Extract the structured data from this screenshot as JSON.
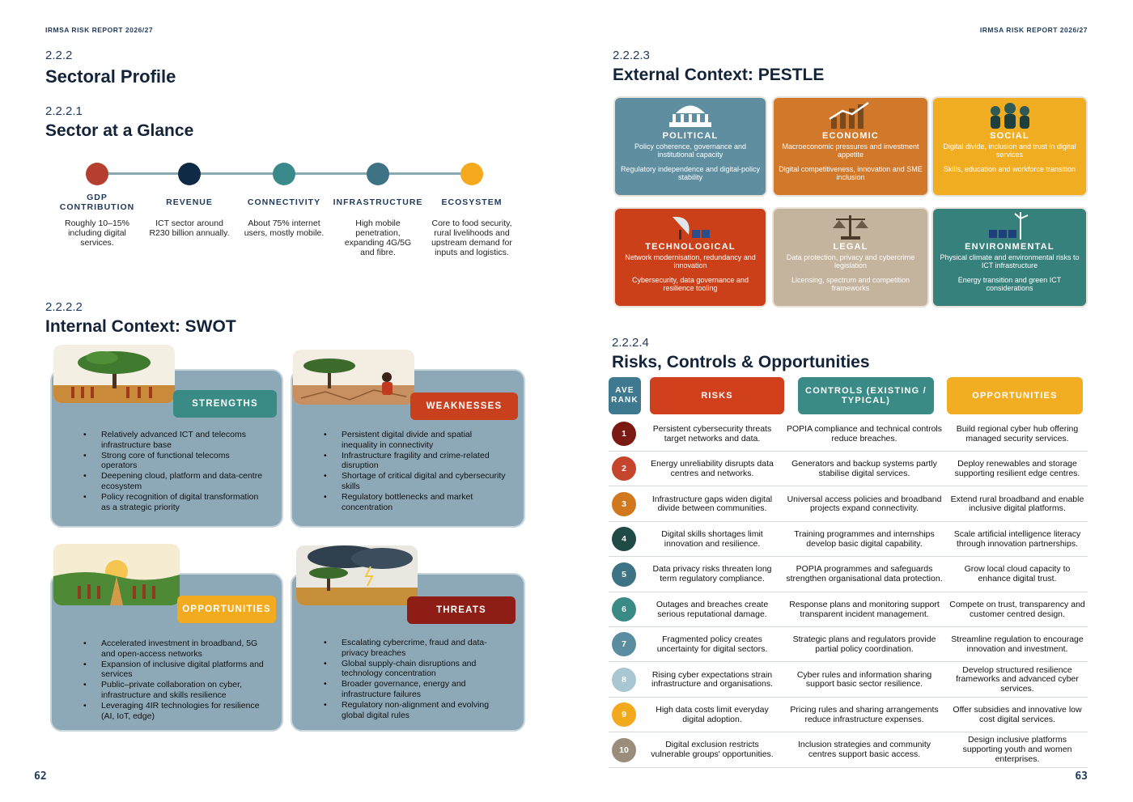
{
  "header": {
    "left": "IRMSA RISK REPORT 2026/27",
    "right": "IRMSA RISK REPORT 2026/27"
  },
  "left_page": {
    "sectoral": {
      "num": "2.2.2",
      "title": "Sectoral Profile"
    },
    "glance": {
      "num": "2.2.2.1",
      "title": "Sector at a Glance"
    },
    "timeline": [
      {
        "title": "GDP CONTRIBUTION",
        "desc": "Roughly 10–15% including digital services.",
        "color": "#b5402f"
      },
      {
        "title": "REVENUE",
        "desc": "ICT sector around R230 billion annually.",
        "color": "#0f2a45"
      },
      {
        "title": "CONNECTIVITY",
        "desc": "About 75% internet users, mostly mobile.",
        "color": "#3a8a8c"
      },
      {
        "title": "INFRASTRUCTURE",
        "desc": "High mobile penetration, expanding 4G/5G and fibre.",
        "color": "#3e7386"
      },
      {
        "title": "ECOSYSTEM",
        "desc": "Core to food security, rural livelihoods and upstream demand for inputs and logistics.",
        "color": "#f4aa1c"
      }
    ],
    "swot_heading": {
      "num": "2.2.2.2",
      "title": "Internal Context: SWOT"
    },
    "swot": {
      "strengths": {
        "label": "STRENGTHS",
        "color": "#3a8a86",
        "items": [
          "Relatively advanced ICT and telecoms infrastructure base",
          "Strong core of functional telecoms operators",
          "Deepening cloud, platform and data-centre ecosystem",
          "Policy recognition of digital transformation as a strategic priority"
        ]
      },
      "weaknesses": {
        "label": "WEAKNESSES",
        "color": "#c9401f",
        "items": [
          "Persistent digital divide and spatial inequality in connectivity",
          "Infrastructure fragility and crime-related disruption",
          "Shortage of critical digital and cybersecurity skills",
          "Regulatory bottlenecks and market concentration"
        ]
      },
      "opportunities": {
        "label": "OPPORTUNITIES",
        "color": "#f2ab1f",
        "items": [
          "Accelerated investment in broadband, 5G and open-access networks",
          "Expansion of inclusive digital platforms and services",
          "Public–private collaboration on cyber, infrastructure and skills resilience",
          "Leveraging 4IR technologies for resilience (AI, IoT, edge)"
        ]
      },
      "threats": {
        "label": "THREATS",
        "color": "#8e1d16",
        "items": [
          "Escalating cybercrime, fraud and data-privacy breaches",
          "Global supply-chain disruptions and technology concentration",
          "Broader governance, energy and infrastructure failures",
          "Regulatory non-alignment and evolving global digital rules"
        ]
      }
    },
    "page_number": "62"
  },
  "right_page": {
    "pestle_heading": {
      "num": "2.2.2.3",
      "title": "External Context: PESTLE"
    },
    "pestle": [
      {
        "title": "POLITICAL",
        "line1": "Policy coherence, governance and institutional capacity",
        "line2": "Regulatory independence and digital-policy stability",
        "color": "#5f8ea1",
        "icon": "capitol-building-icon"
      },
      {
        "title": "ECONOMIC",
        "line1": "Macroeconomic pressures and investment appetite",
        "line2": "Digital competitiveness, innovation and SME inclusion",
        "color": "#d1782a",
        "icon": "growth-chart-icon"
      },
      {
        "title": "SOCIAL",
        "line1": "Digital divide, inclusion and trust in digital services",
        "line2": "Skills, education and workforce transition",
        "color": "#f0ad22",
        "icon": "people-group-icon"
      },
      {
        "title": "TECHNOLOGICAL",
        "line1": "Network modernisation, redundancy and innovation",
        "line2": "Cybersecurity, data governance and resilience tooling",
        "color": "#cb4018",
        "icon": "satellite-dish-icon"
      },
      {
        "title": "LEGAL",
        "line1": "Data protection, privacy and cybercrime legislation",
        "line2": "Licensing, spectrum and competition frameworks",
        "color": "#c4b39d",
        "icon": "scales-gavel-icon"
      },
      {
        "title": "ENVIRONMENTAL",
        "line1": "Physical climate and environmental risks to ICT infrastructure",
        "line2": "Energy transition and green ICT considerations",
        "color": "#37817c",
        "icon": "wind-solar-icon"
      }
    ],
    "risks_heading": {
      "num": "2.2.2.4",
      "title": "Risks, Controls & Opportunities"
    },
    "table_headers": {
      "rank": "AVE RANK",
      "risks": "RISKS",
      "controls": "CONTROLS (EXISTING / TYPICAL)",
      "opportunities": "OPPORTUNITIES"
    },
    "header_colors": {
      "rank": "#3f7990",
      "risks": "#d1401c",
      "controls": "#3a8a86",
      "opportunities": "#f3ad22"
    },
    "rows": [
      {
        "rank": "1",
        "color": "#7b1a12",
        "risk": "Persistent cybersecurity threats target networks and data.",
        "control": "POPIA compliance and technical controls reduce breaches.",
        "opportunity": "Build regional cyber hub offering managed security services."
      },
      {
        "rank": "2",
        "color": "#c5452c",
        "risk": "Energy unreliability disrupts data centres and networks.",
        "control": "Generators and backup systems partly stabilise digital services.",
        "opportunity": "Deploy renewables and storage supporting resilient edge centres."
      },
      {
        "rank": "3",
        "color": "#d1781f",
        "risk": "Infrastructure gaps widen digital divide between communities.",
        "control": "Universal access policies and broadband projects expand connectivity.",
        "opportunity": "Extend rural broadband and enable inclusive digital platforms."
      },
      {
        "rank": "4",
        "color": "#1f4a45",
        "risk": "Digital skills shortages limit innovation and resilience.",
        "control": "Training programmes and internships develop basic digital capability.",
        "opportunity": "Scale artificial intelligence literacy through innovation partnerships."
      },
      {
        "rank": "5",
        "color": "#3e7386",
        "risk": "Data privacy risks threaten long term regulatory compliance.",
        "control": "POPIA programmes and safeguards strengthen organisational data protection.",
        "opportunity": "Grow local cloud capacity to enhance digital trust."
      },
      {
        "rank": "6",
        "color": "#3a8a86",
        "risk": "Outages and breaches create serious reputational damage.",
        "control": "Response plans and monitoring support transparent incident management.",
        "opportunity": "Compete on trust, transparency and customer centred design."
      },
      {
        "rank": "7",
        "color": "#5b8da0",
        "risk": "Fragmented policy creates uncertainty for digital sectors.",
        "control": "Strategic plans and regulators provide partial policy coordination.",
        "opportunity": "Streamline regulation to encourage innovation and investment."
      },
      {
        "rank": "8",
        "color": "#a9c7d2",
        "risk": "Rising cyber expectations strain infrastructure and organisations.",
        "control": "Cyber rules and information sharing support basic sector resilience.",
        "opportunity": "Develop structured resilience frameworks and advanced cyber services."
      },
      {
        "rank": "9",
        "color": "#f2a91c",
        "risk": "High data costs limit everyday digital adoption.",
        "control": "Pricing rules and sharing arrangements reduce infrastructure expenses.",
        "opportunity": "Offer subsidies and innovative low cost digital services."
      },
      {
        "rank": "10",
        "color": "#9a8d7b",
        "risk": "Digital exclusion restricts vulnerable groups' opportunities.",
        "control": "Inclusion strategies and community centres support basic access.",
        "opportunity": "Design inclusive platforms supporting youth and women enterprises."
      }
    ],
    "page_number": "63"
  }
}
